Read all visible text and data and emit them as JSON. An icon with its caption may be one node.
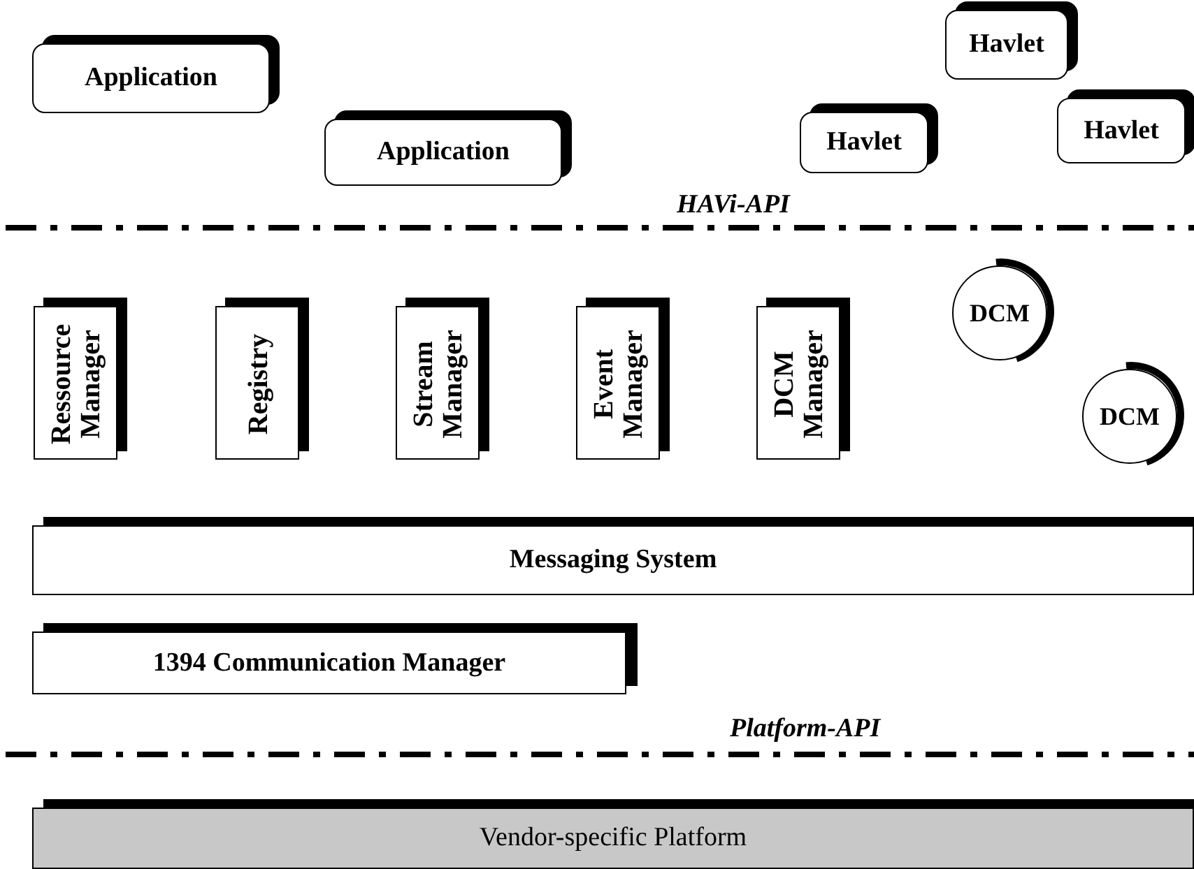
{
  "diagram": {
    "nodes": [
      {
        "text": [
          "Application"
        ]
      },
      {
        "text": [
          "Application"
        ]
      },
      {
        "text": [
          "Havlet"
        ]
      },
      {
        "text": [
          "Havlet"
        ]
      },
      {
        "text": [
          "Havlet"
        ]
      },
      {
        "text": [
          "Ressource Manager"
        ]
      },
      {
        "text": [
          "Registry"
        ]
      },
      {
        "text": [
          "Stream Manager"
        ]
      },
      {
        "text": [
          "Event Manager"
        ]
      },
      {
        "text": [
          "DCM Manager"
        ]
      },
      {
        "text": [
          "DCM"
        ]
      },
      {
        "text": [
          "DCM"
        ]
      },
      {
        "text": [
          "Messaging System"
        ]
      },
      {
        "text": [
          "1394 Communication Manager"
        ]
      },
      {
        "text": [
          "Vendor-specific Platform"
        ]
      }
    ],
    "edges": [],
    "labels": [
      "HAVi-API",
      "Platform-API"
    ]
  }
}
